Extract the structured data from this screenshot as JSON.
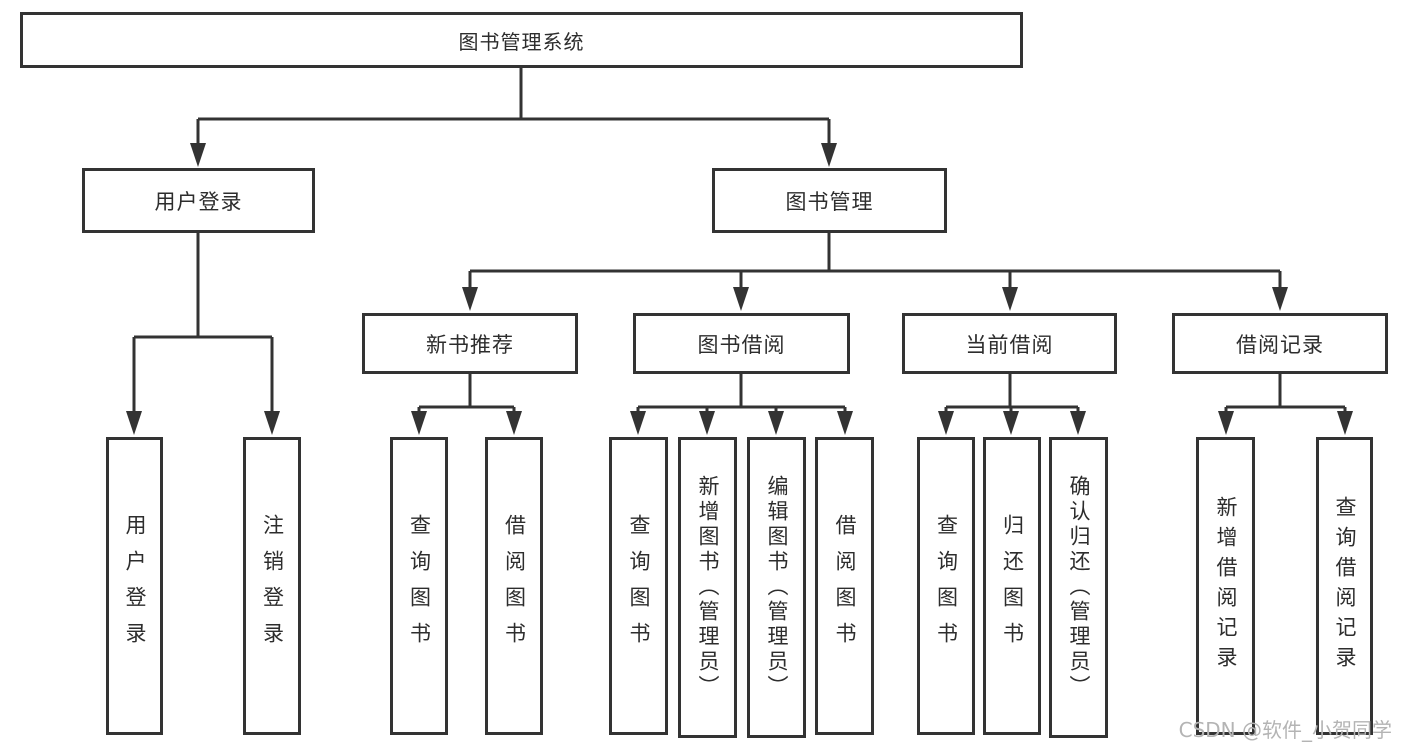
{
  "colors": {
    "line": "#333333",
    "text": "#2d2d2d",
    "background": "#ffffff",
    "watermark": "#b4b4b4"
  },
  "watermark": "CSDN @软件_小贺同学",
  "tree": {
    "root": "图书管理系统",
    "branches": [
      {
        "label": "用户登录",
        "children": [
          "用户登录",
          "注销登录"
        ]
      },
      {
        "label": "图书管理",
        "groups": [
          {
            "label": "新书推荐",
            "children": [
              "查询图书",
              "借阅图书"
            ]
          },
          {
            "label": "图书借阅",
            "children": [
              "查询图书",
              "新增图书（管理员）",
              "编辑图书（管理员）",
              "借阅图书"
            ]
          },
          {
            "label": "当前借阅",
            "children": [
              "查询图书",
              "归还图书",
              "确认归还（管理员）"
            ]
          },
          {
            "label": "借阅记录",
            "children": [
              "新增借阅记录",
              "查询借阅记录"
            ]
          }
        ]
      }
    ]
  }
}
